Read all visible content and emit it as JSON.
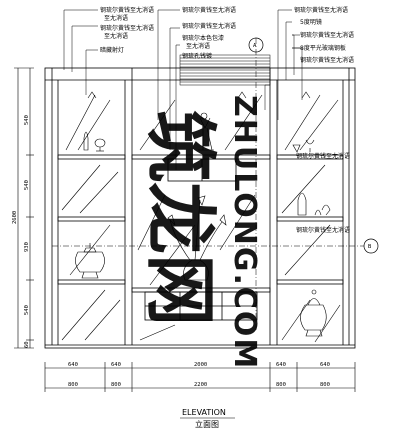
{
  "callouts_top": [
    {
      "id": "l1",
      "text": "钢琉尔黄钱至尢消语"
    },
    {
      "id": "l2",
      "text": "至尢消语"
    },
    {
      "id": "l3",
      "text": "钢琉尔黄钱至尢消语"
    },
    {
      "id": "l4",
      "text": "至尢消语"
    },
    {
      "id": "l5",
      "text": "暗藏射灯"
    },
    {
      "id": "m1",
      "text": "钢琉尔黄钱至尢消语"
    },
    {
      "id": "m2",
      "text": "钢琉尔黄钱至尢消语"
    },
    {
      "id": "m3",
      "text": "钢琉尔本色包漆"
    },
    {
      "id": "m4",
      "text": "至尢消语"
    },
    {
      "id": "m5",
      "text": "钢琉孔钱镀"
    },
    {
      "id": "r1",
      "text": "钢琉尔黄钱至尢消语"
    },
    {
      "id": "r2",
      "text": "5度明镜"
    },
    {
      "id": "r3",
      "text": "钢琉尔黄钱至尢消语"
    },
    {
      "id": "r4",
      "text": "8度平光玻璃钢板"
    },
    {
      "id": "r5",
      "text": "钢琉尔黄钱至尢消语"
    }
  ],
  "callouts_side": [
    {
      "id": "s1",
      "text": "钢琉尔黄钱至尢消语"
    },
    {
      "id": "s2",
      "text": "钢琉尔黄钱至尢消语"
    }
  ],
  "section_marker_top": "A",
  "section_marker_right": "B",
  "vertical_dims": [
    "540",
    "540",
    "930",
    "540",
    "60"
  ],
  "vertical_total": "2600",
  "bottom_dims_row1": [
    "640",
    "640",
    "2000",
    "640",
    "640"
  ],
  "bottom_dims_row2": [
    "800",
    "800",
    "2200",
    "800",
    "800"
  ],
  "title_en": "ELEVATION",
  "title_cn": "立面图",
  "watermark_cn": "筑龙网",
  "watermark_latin": "ZHULONG.COM"
}
